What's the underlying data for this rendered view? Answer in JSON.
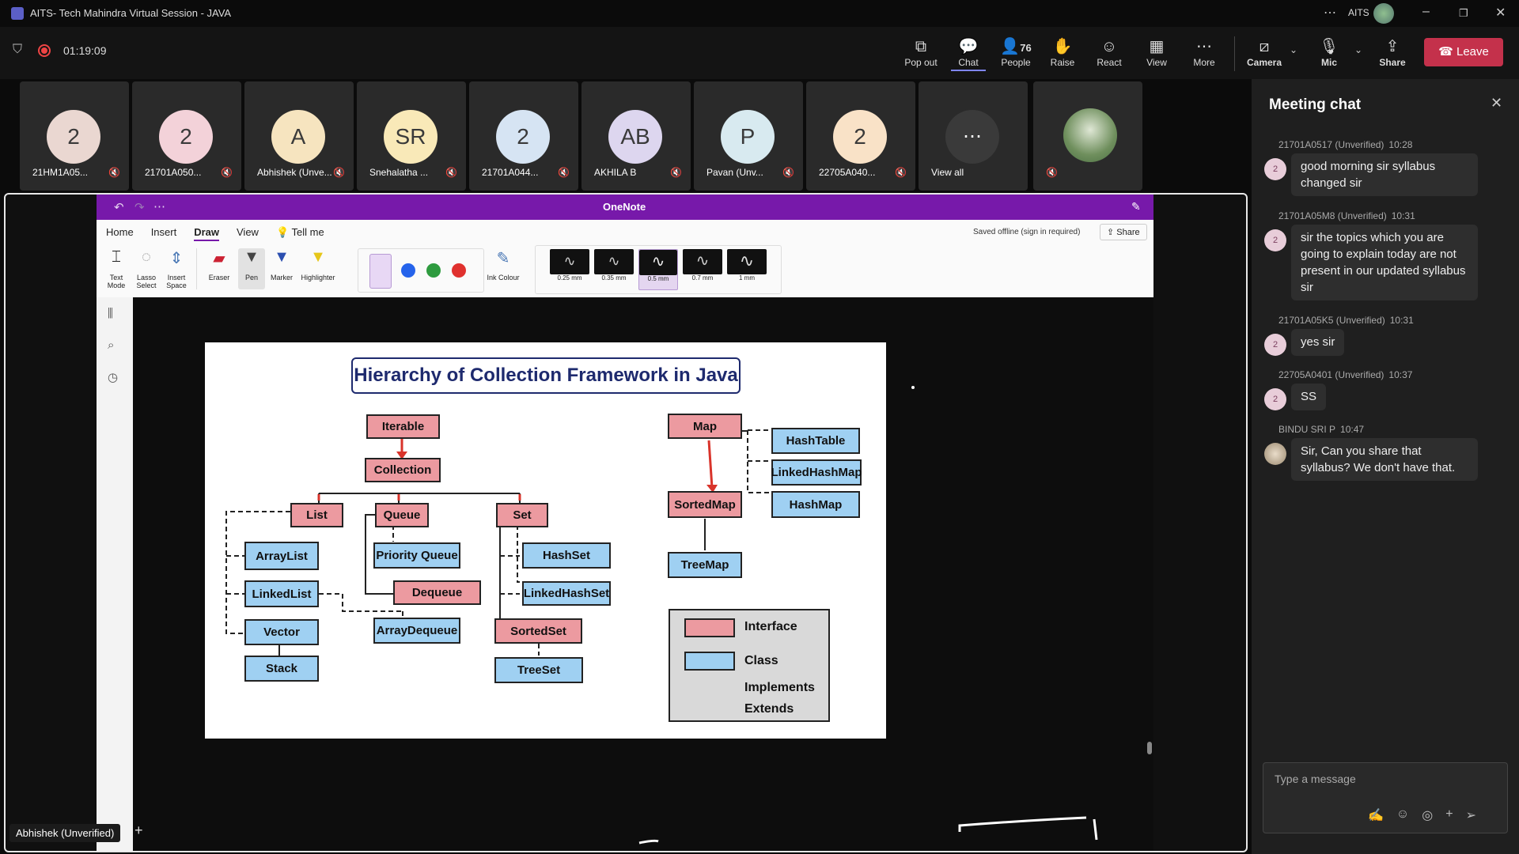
{
  "window": {
    "title": "AITS- Tech Mahindra Virtual Session - JAVA",
    "org": "AITS"
  },
  "meeting": {
    "timer": "01:19:09",
    "people_count": "76",
    "buttons": {
      "popout": "Pop out",
      "chat": "Chat",
      "people": "People",
      "raise": "Raise",
      "react": "React",
      "view": "View",
      "more": "More",
      "camera": "Camera",
      "mic": "Mic",
      "share": "Share",
      "leave": "Leave"
    }
  },
  "participants": [
    {
      "initials": "2",
      "name": "21HM1A05...",
      "color": "#ead7d1"
    },
    {
      "initials": "2",
      "name": "21701A050...",
      "color": "#f3d2d9"
    },
    {
      "initials": "A",
      "name": "Abhishek (Unve...",
      "color": "#f6e4bf"
    },
    {
      "initials": "SR",
      "name": "Snehalatha ...",
      "color": "#f9e9b8"
    },
    {
      "initials": "2",
      "name": "21701A044...",
      "color": "#d6e4f3"
    },
    {
      "initials": "AB",
      "name": "AKHILA B",
      "color": "#ddd6ef"
    },
    {
      "initials": "P",
      "name": "Pavan (Unv...",
      "color": "#d8eaf0"
    },
    {
      "initials": "2",
      "name": "22705A040...",
      "color": "#f9e2c7"
    },
    {
      "initials": "⋯",
      "name": "View all",
      "color": "#3a3a3a"
    }
  ],
  "onenote": {
    "app_title": "OneNote",
    "tabs": [
      "Home",
      "Insert",
      "Draw",
      "View"
    ],
    "tell_me": "Tell me",
    "saved_status": "Saved offline (sign in required)",
    "share": "Share",
    "tools": [
      "Text Mode",
      "Lasso Select",
      "Insert Space",
      "Eraser",
      "Pen",
      "Marker",
      "Highlighter"
    ],
    "ink_colour": "Ink Colour",
    "pen_sizes": [
      "0.25 mm",
      "0.35 mm",
      "0.5 mm",
      "0.7 mm",
      "1 mm"
    ],
    "presenter": "Abhishek (Unverified)"
  },
  "slide": {
    "title": "Hierarchy of Collection Framework in Java",
    "nodes": {
      "iterable": "Iterable",
      "collection": "Collection",
      "list": "List",
      "queue": "Queue",
      "set": "Set",
      "arraylist": "ArrayList",
      "linkedlist": "LinkedList",
      "vector": "Vector",
      "stack": "Stack",
      "priorityqueue": "Priority Queue",
      "dequeue": "Dequeue",
      "arraydequeue": "ArrayDequeue",
      "hashset": "HashSet",
      "linkedhashset": "LinkedHashSet",
      "sortedset": "SortedSet",
      "treeset": "TreeSet",
      "map": "Map",
      "hashtable": "HashTable",
      "linkedhashmap": "LinkedHashMap",
      "hashmap": "HashMap",
      "sortedmap": "SortedMap",
      "treemap": "TreeMap"
    },
    "legend": {
      "interface": "Interface",
      "class": "Class",
      "implements": "Implements",
      "extends": "Extends"
    },
    "colors": {
      "interface": "#ec9aa0",
      "class": "#9fd0f2",
      "arrow": "#d9342b"
    }
  },
  "chat": {
    "title": "Meeting chat",
    "messages": [
      {
        "sender": "21701A0517 (Unverified)",
        "time": "10:28",
        "avatar": "2",
        "text": "good morning sir syllabus changed sir"
      },
      {
        "sender": "21701A05M8 (Unverified)",
        "time": "10:31",
        "avatar": "2",
        "text": "sir the topics which you are going to explain today are not present in our updated syllabus sir"
      },
      {
        "sender": "21701A05K5 (Unverified)",
        "time": "10:31",
        "avatar": "2",
        "text": "yes sir"
      },
      {
        "sender": "22705A0401 (Unverified)",
        "time": "10:37",
        "avatar": "2",
        "text": "SS"
      },
      {
        "sender": "BINDU SRI P",
        "time": "10:47",
        "avatar": "",
        "text": "Sir, Can you share that syllabus? We don't have that."
      }
    ],
    "placeholder": "Type a message"
  }
}
